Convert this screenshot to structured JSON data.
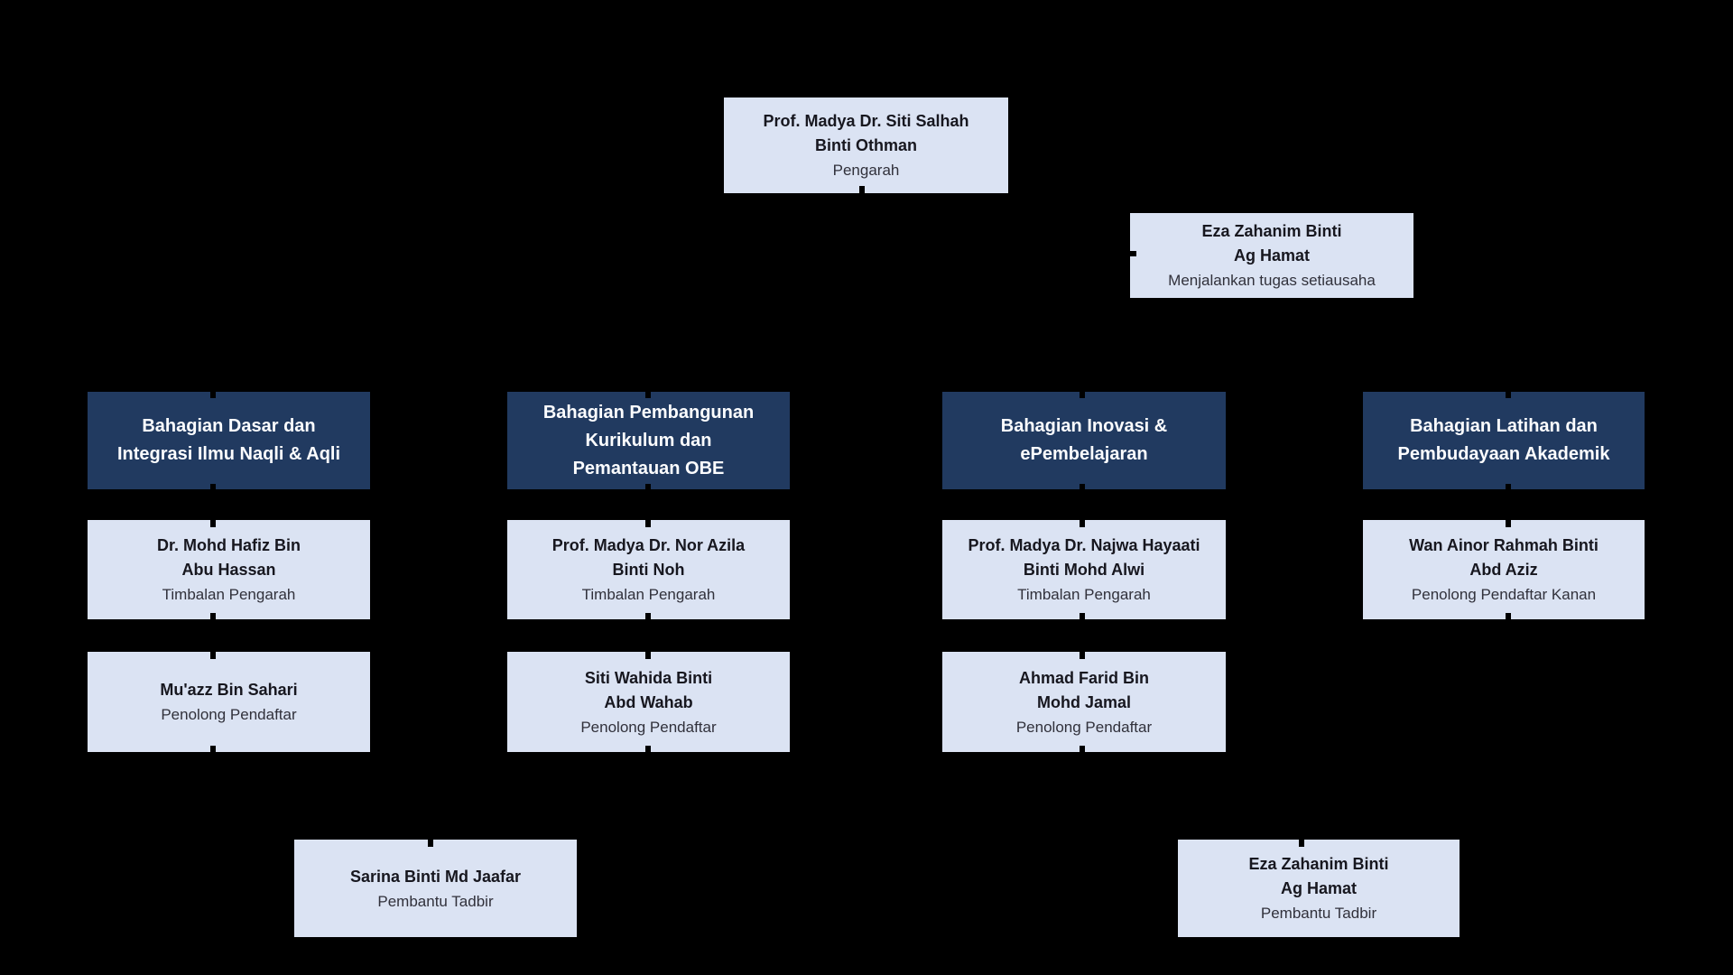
{
  "colors": {
    "background": "#000000",
    "box_light": "#dbe3f3",
    "box_dark": "#213a60",
    "name_text": "#17171f",
    "role_text": "#31313b",
    "header_text": "#fcfdff",
    "connector": "#000000"
  },
  "director": {
    "name_lines": [
      "Prof. Madya Dr. Siti Salhah",
      "Binti Othman"
    ],
    "title": "Pengarah"
  },
  "secretary": {
    "name_lines": [
      "Eza Zahanim Binti",
      "Ag Hamat"
    ],
    "title": "Menjalankan tugas setiausaha"
  },
  "divisions": [
    {
      "header_lines": [
        "Bahagian Dasar dan",
        "Integrasi Ilmu Naqli & Aqli"
      ],
      "deputy": {
        "name_lines": [
          "Dr. Mohd Hafiz Bin",
          "Abu Hassan"
        ],
        "title": "Timbalan Pengarah"
      },
      "officer": {
        "name_lines": [
          "Mu'azz Bin Sahari"
        ],
        "title": "Penolong Pendaftar"
      }
    },
    {
      "header_lines": [
        "Bahagian Pembangunan",
        "Kurikulum dan",
        "Pemantauan OBE"
      ],
      "deputy": {
        "name_lines": [
          "Prof. Madya Dr. Nor Azila",
          "Binti Noh"
        ],
        "title": "Timbalan Pengarah"
      },
      "officer": {
        "name_lines": [
          "Siti Wahida Binti",
          "Abd Wahab"
        ],
        "title": "Penolong Pendaftar"
      }
    },
    {
      "header_lines": [
        "Bahagian Inovasi &",
        "ePembelajaran"
      ],
      "deputy": {
        "name_lines": [
          "Prof. Madya Dr. Najwa Hayaati",
          "Binti Mohd Alwi"
        ],
        "title": "Timbalan Pengarah"
      },
      "officer": {
        "name_lines": [
          "Ahmad Farid Bin",
          "Mohd Jamal"
        ],
        "title": "Penolong Pendaftar"
      }
    },
    {
      "header_lines": [
        "Bahagian Latihan dan",
        "Pembudayaan Akademik"
      ],
      "deputy": {
        "name_lines": [
          "Wan Ainor Rahmah Binti",
          "Abd Aziz"
        ],
        "title": "Penolong Pendaftar Kanan"
      }
    }
  ],
  "support_staff": [
    {
      "name_lines": [
        "Sarina Binti Md Jaafar"
      ],
      "title": "Pembantu Tadbir"
    },
    {
      "name_lines": [
        "Eza Zahanim Binti",
        "Ag Hamat"
      ],
      "title": "Pembantu Tadbir"
    }
  ]
}
